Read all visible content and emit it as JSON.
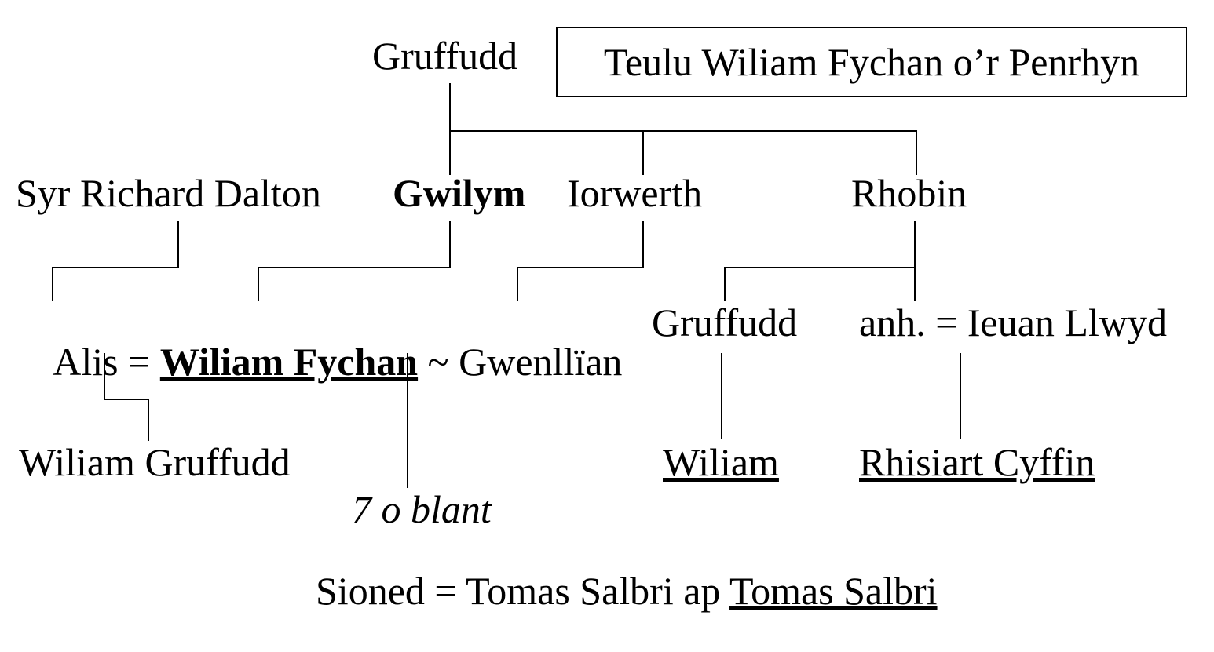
{
  "diagram": {
    "title": "Teulu Wiliam Fychan o’r Penrhyn",
    "gen1": {
      "gruffudd": "Gruffudd"
    },
    "gen2": {
      "syr_richard_dalton": "Syr Richard Dalton",
      "gwilym": "Gwilym",
      "iorwerth": "Iorwerth",
      "rhobin": "Rhobin"
    },
    "gen3": {
      "alis_prefix": "Alis = ",
      "wiliam_fychan": "Wiliam Fychan",
      "gwenllian_suffix": " ~ Gwenllïan",
      "gruffudd": "Gruffudd",
      "anh_ieuan_llwyd": "anh. = Ieuan Llwyd"
    },
    "gen4": {
      "wiliam_gruffudd": "Wiliam Gruffudd",
      "wiliam": "Wiliam",
      "rhisiart_cyffin": "Rhisiart Cyffin"
    },
    "notes": {
      "seven_children": "7 o blant",
      "sioned_prefix": "Sioned = Tomas Salbri ap ",
      "tomas_salbri": "Tomas Salbri"
    }
  }
}
